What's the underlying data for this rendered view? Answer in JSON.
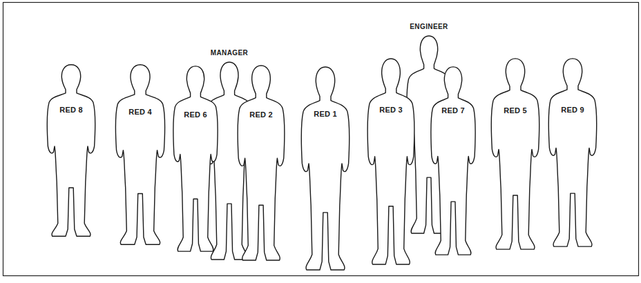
{
  "diagram": {
    "nodes": [
      {
        "text": [
          "RED 8"
        ]
      },
      {
        "text": [
          "RED 4"
        ]
      },
      {
        "text": [
          "RED 6"
        ]
      },
      {
        "text": [
          "MANAGER"
        ]
      },
      {
        "text": [
          "RED 2"
        ]
      },
      {
        "text": [
          "RED 1"
        ]
      },
      {
        "text": [
          "RED 3"
        ]
      },
      {
        "text": [
          "ENGINEER"
        ]
      },
      {
        "text": [
          "RED 7"
        ]
      },
      {
        "text": [
          "RED 5"
        ]
      },
      {
        "text": [
          "RED 9"
        ]
      }
    ]
  }
}
